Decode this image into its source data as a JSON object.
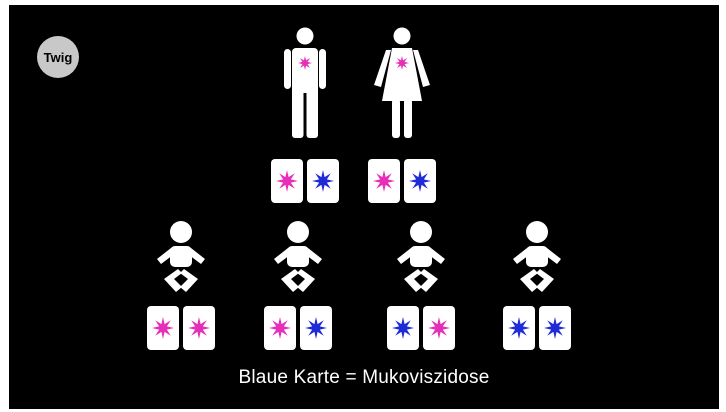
{
  "logo": {
    "text": "Twig",
    "icon": "twig-logo"
  },
  "caption": "Blaue Karte = Mukoviszidose",
  "colors": {
    "background": "#000000",
    "figure": "#ffffff",
    "magenta": "#e62fb8",
    "blue": "#1f2bd6",
    "logo_bg": "#c8c8c8"
  },
  "parents": [
    {
      "type": "father",
      "marker": "magenta",
      "cards": [
        "magenta",
        "blue"
      ]
    },
    {
      "type": "mother",
      "marker": "magenta",
      "cards": [
        "magenta",
        "blue"
      ]
    }
  ],
  "children": [
    {
      "type": "baby",
      "cards": [
        "magenta",
        "magenta"
      ]
    },
    {
      "type": "baby",
      "cards": [
        "magenta",
        "blue"
      ]
    },
    {
      "type": "baby",
      "cards": [
        "blue",
        "magenta"
      ]
    },
    {
      "type": "baby",
      "cards": [
        "blue",
        "blue"
      ]
    }
  ]
}
